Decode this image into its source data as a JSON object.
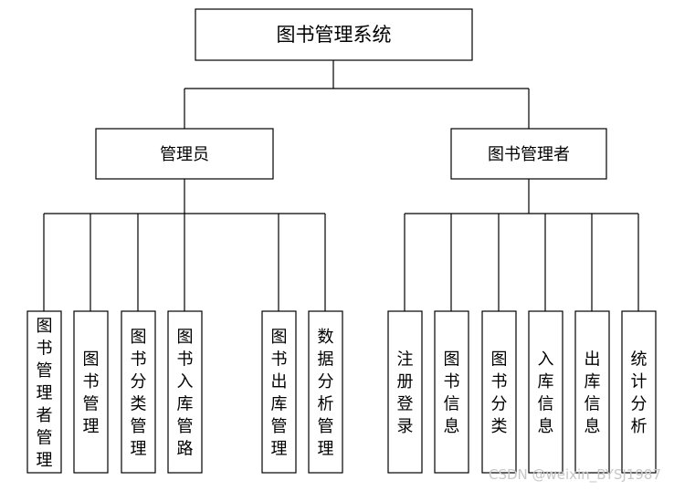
{
  "root": {
    "label": "图书管理系统"
  },
  "branches": [
    {
      "label": "管理员",
      "children": [
        {
          "label": "图书管理者管理"
        },
        {
          "label": "图书管理"
        },
        {
          "label": "图书分类管理"
        },
        {
          "label": "图书入库管路"
        },
        {
          "label": "图书出库管理"
        },
        {
          "label": "数据分析管理"
        }
      ]
    },
    {
      "label": "图书管理者",
      "children": [
        {
          "label": "注册登录"
        },
        {
          "label": "图书信息"
        },
        {
          "label": "图书分类"
        },
        {
          "label": "入库信息"
        },
        {
          "label": "出库信息"
        },
        {
          "label": "统计分析"
        }
      ]
    }
  ],
  "watermark": "CSDN @weixin_BYSJ1987"
}
